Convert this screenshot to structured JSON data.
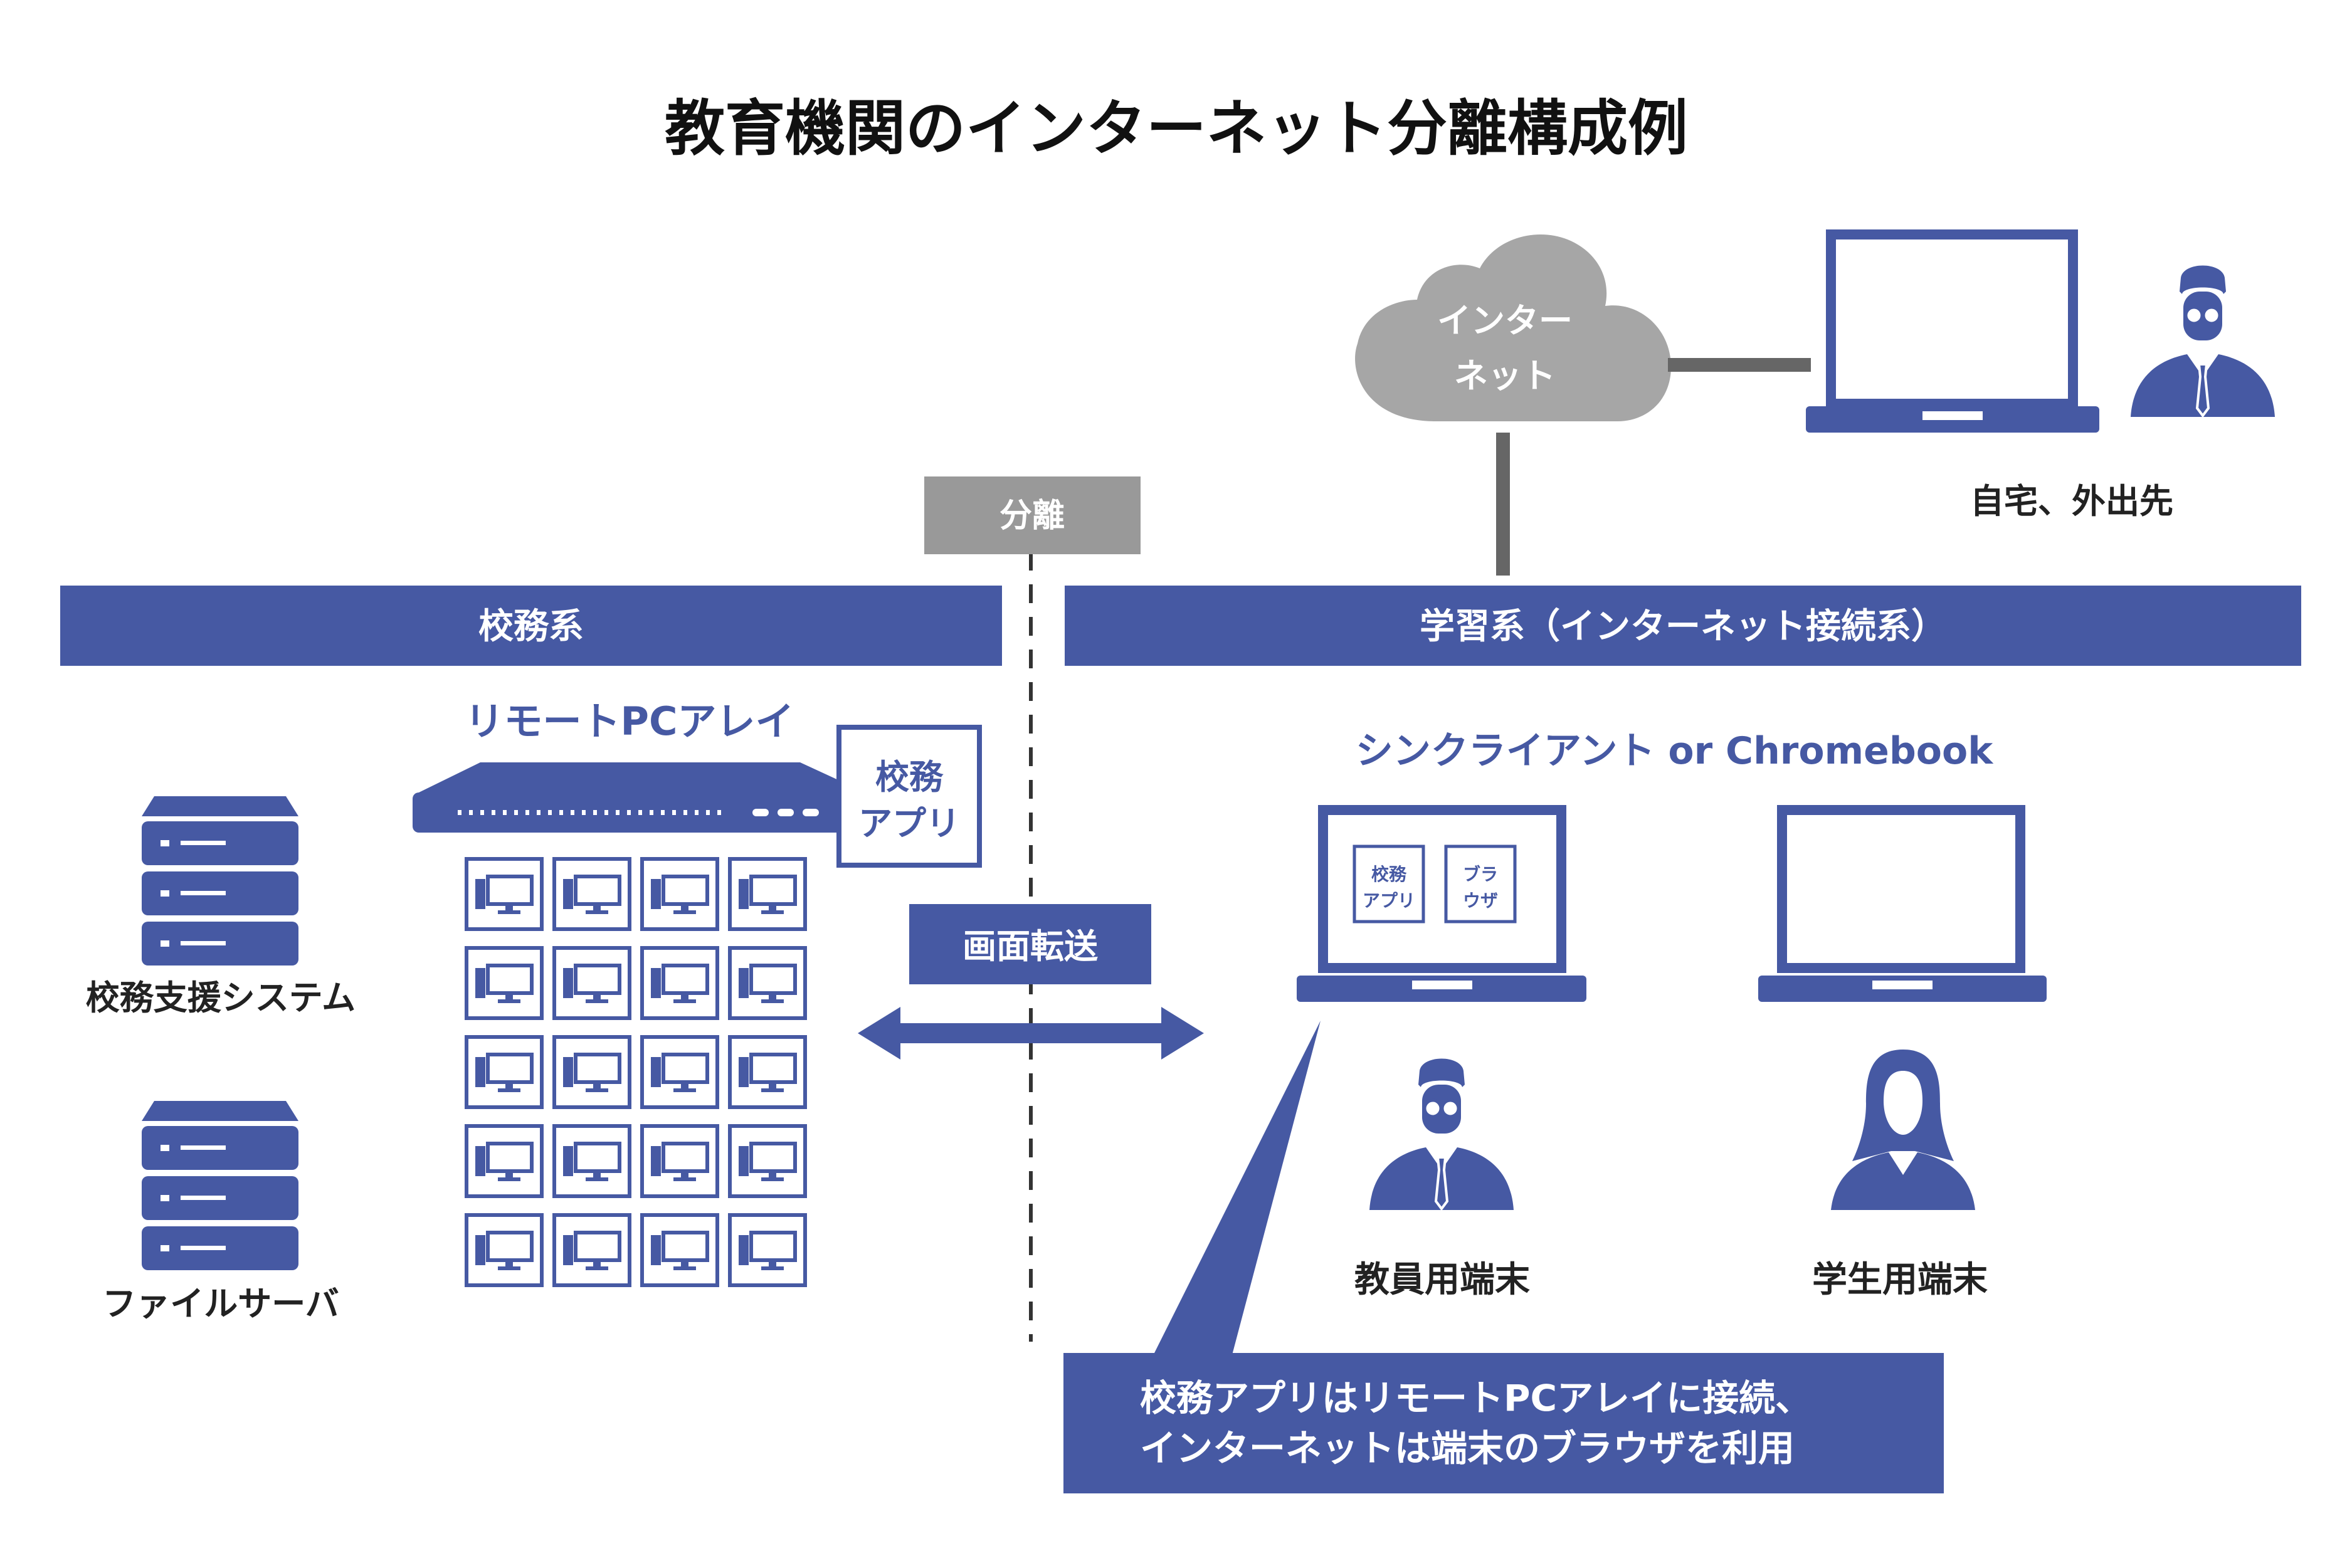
{
  "title": "教育機関のインターネット分離構成例",
  "cloud": {
    "line1": "インター",
    "line2": "ネット"
  },
  "home_label": "自宅、外出先",
  "separation_label": "分離",
  "left_band": "校務系",
  "right_band": "学習系（インターネット接続系）",
  "remote_pc_label": "リモートPCアレイ",
  "koumu_app": {
    "line1": "校務",
    "line2": "アプリ"
  },
  "support_system_label": "校務支援システム",
  "file_server_label": "ファイルサーバ",
  "screen_transfer_label": "画面転送",
  "thin_client_label": "シンクライアント or Chromebook",
  "mini_apps": {
    "koumu": {
      "line1": "校務",
      "line2": "アプリ"
    },
    "browser": {
      "line1": "ブラ",
      "line2": "ウザ"
    }
  },
  "teacher_label": "教員用端末",
  "student_label": "学生用端末",
  "callout": {
    "line1": "校務アプリはリモートPCアレイに接続、",
    "line2": "インターネットは端末のブラウザを利用"
  },
  "colors": {
    "accent": "#4659A3",
    "gray": "#999999",
    "cloud": "#A6A6A6",
    "link": "#666666",
    "text": "#222222"
  },
  "pc_grid": {
    "rows": 5,
    "cols": 4
  }
}
